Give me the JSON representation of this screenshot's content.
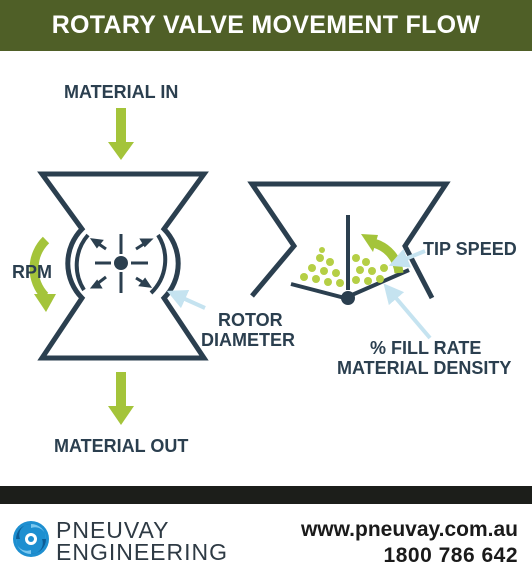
{
  "header": {
    "title": "ROTARY VALVE MOVEMENT FLOW"
  },
  "labels": {
    "material_in": "MATERIAL IN",
    "material_out": "MATERIAL OUT",
    "rpm": "RPM",
    "rotor_diameter_line1": "ROTOR",
    "rotor_diameter_line2": "DIAMETER",
    "tip_speed": "TIP SPEED",
    "fill_rate": "% FILL RATE",
    "material_density": "MATERIAL DENSITY"
  },
  "footer": {
    "brand_line1": "PNEUVAY",
    "brand_line2": "ENGINEERING",
    "website": "www.pneuvay.com.au",
    "phone": "1800 786 642"
  },
  "colors": {
    "header_bg": "#4f5f27",
    "valve_stroke": "#2b3f4f",
    "arrow_green": "#a4c43a",
    "pointer_blue": "#c5e3f0",
    "material_dots": "#b5cf45",
    "footer_band": "#1c1e1a"
  }
}
